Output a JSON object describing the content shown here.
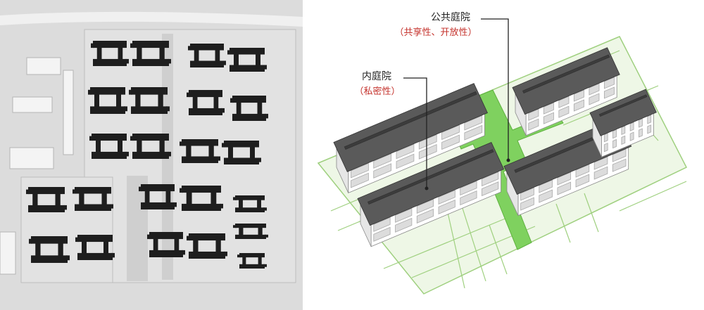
{
  "labels": {
    "public_courtyard": {
      "title": "公共庭院",
      "subtitle": "（共享性、开放性）"
    },
    "inner_courtyard": {
      "title": "内庭院",
      "subtitle": "（私密性）"
    }
  },
  "colors": {
    "site_bg": "#d9d9d9",
    "building": "#1e1e1e",
    "road": "#f2f2f2",
    "courtyard_light": "#e8f5de",
    "courtyard_public": "#7fd15f",
    "roof": "#555555",
    "facade": "#ffffff",
    "accent_red": "#c4312b"
  }
}
